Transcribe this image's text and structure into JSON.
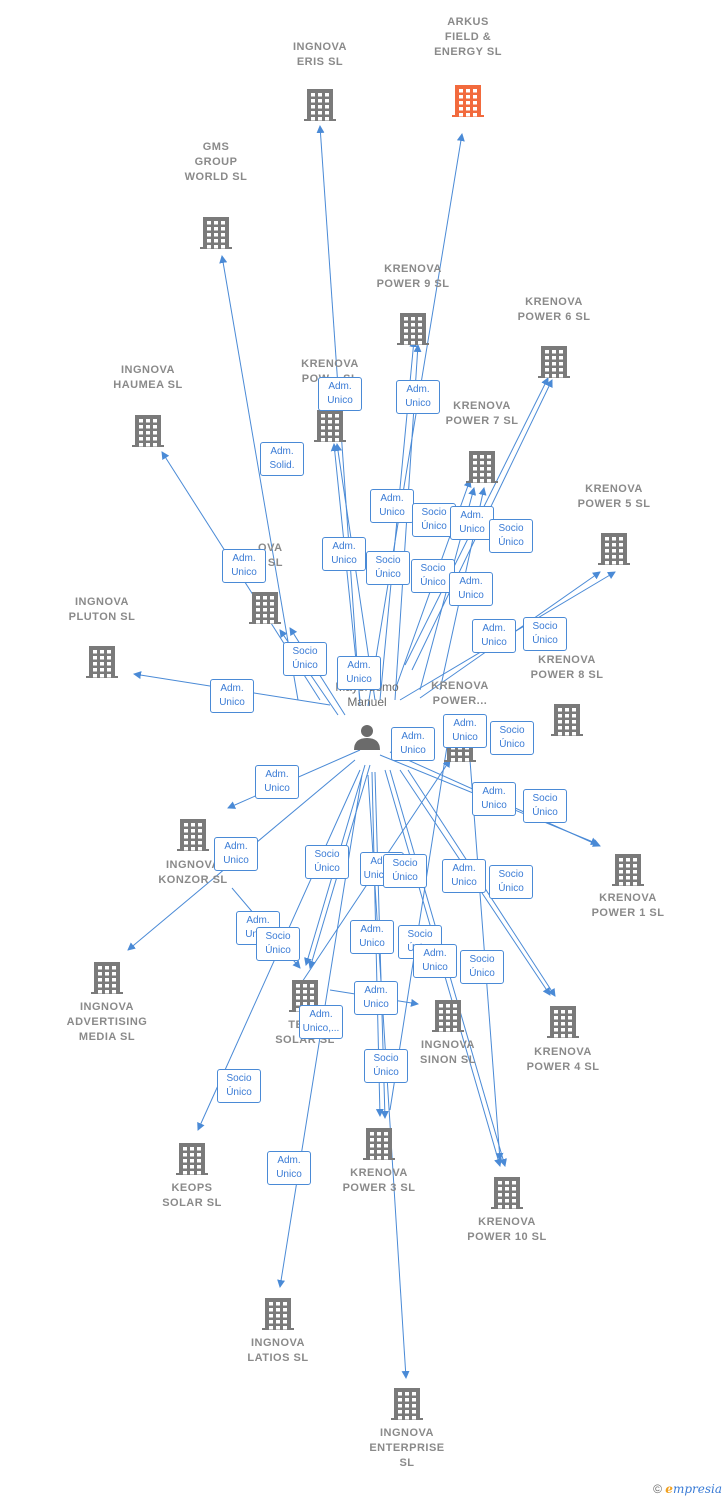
{
  "colors": {
    "edge": "#4a8ad6",
    "building": "#7a7a7a",
    "highlight": "#f26a3d",
    "person": "#6b6b6b"
  },
  "center": {
    "label": "Mayordomo\nManuel",
    "icon": "person-icon"
  },
  "nodes": [
    {
      "id": "arkus",
      "label": "ARKUS\nFIELD &\nENERGY SL",
      "highlight": true
    },
    {
      "id": "ingnova-eris",
      "label": "INGNOVA\nERIS SL"
    },
    {
      "id": "gms",
      "label": "GMS\nGROUP\nWORLD SL"
    },
    {
      "id": "krenova-9",
      "label": "KRENOVA\nPOWER 9 SL"
    },
    {
      "id": "krenova-6",
      "label": "KRENOVA\nPOWER 6 SL"
    },
    {
      "id": "krenova-pow-x",
      "label": "KRENOVA\nPOW... SL"
    },
    {
      "id": "ingnova-haumea",
      "label": "INGNOVA\nHAUMEA SL"
    },
    {
      "id": "krenova-7",
      "label": "KRENOVA\nPOWER 7 SL"
    },
    {
      "id": "krenova-5",
      "label": "KRENOVA\nPOWER 5 SL"
    },
    {
      "id": "ingnova-2",
      "label": "...OVA\n...2 SL"
    },
    {
      "id": "ingnova-pluton",
      "label": "INGNOVA\nPLUTON SL"
    },
    {
      "id": "krenova-8",
      "label": "KRENOVA\nPOWER 8 SL"
    },
    {
      "id": "krenova-power-y",
      "label": "KRENOVA\nPOWER..."
    },
    {
      "id": "ingnova-konzor",
      "label": "INGNOVA\nKONZOR SL"
    },
    {
      "id": "krenova-1",
      "label": "KRENOVA\nPOWER 1 SL"
    },
    {
      "id": "ingnova-advertising",
      "label": "INGNOVA\nADVERTISING\nMEDIA SL"
    },
    {
      "id": "tes-solar",
      "label": "TES...\nSOLAR SL"
    },
    {
      "id": "ingnova-sinon",
      "label": "INGNOVA\nSINON SL"
    },
    {
      "id": "krenova-4",
      "label": "KRENOVA\nPOWER 4 SL"
    },
    {
      "id": "keops",
      "label": "KEOPS\nSOLAR SL"
    },
    {
      "id": "krenova-3",
      "label": "KRENOVA\nPOWER 3 SL"
    },
    {
      "id": "krenova-10",
      "label": "KRENOVA\nPOWER 10 SL"
    },
    {
      "id": "ingnova-latios",
      "label": "INGNOVA\nLATIOS SL"
    },
    {
      "id": "ingnova-enterprise",
      "label": "INGNOVA\nENTERPRISE\nSL"
    }
  ],
  "edge_labels": [
    "Adm.\nSolid.",
    "Adm.\nUnico",
    "Adm.\nUnico",
    "Adm.\nUnico",
    "Socio\nÚnico",
    "Adm.\nUnico",
    "Socio\nÚnico",
    "Adm.\nUnico",
    "Socio\nÚnico",
    "Adm.\nUnico",
    "Socio\nÚnico",
    "Adm.\nUnico",
    "Adm.\nUnico",
    "Socio\nÚnico",
    "Adm.\nUnico",
    "Socio\nÚnico",
    "Adm.\nUnico",
    "Adm.\nUnico",
    "Socio\nÚnico",
    "Adm.\nUnico",
    "Adm.\nUnico",
    "Adm.\nUnico",
    "Socio\nÚnico",
    "Adm.\nUnico",
    "Socio\nÚnico",
    "Adm.\nUnico,...",
    "Socio\nÚnico",
    "Adm.\nUnico",
    "Socio\nÚnico",
    "Adm.\nUnico",
    "Socio\nÚnico",
    "Adm.\nUnico",
    "Socio\nÚnico",
    "Adm.\nUnico",
    "Socio\nÚnico",
    "Adm.\nUnico",
    "Adm.\nUnico,...",
    "Socio\nÚnico",
    "Socio\nÚnico",
    "Adm.\nUnico"
  ],
  "footer": {
    "copyright": "©",
    "brand_first": "e",
    "brand_rest": "mpresia"
  }
}
